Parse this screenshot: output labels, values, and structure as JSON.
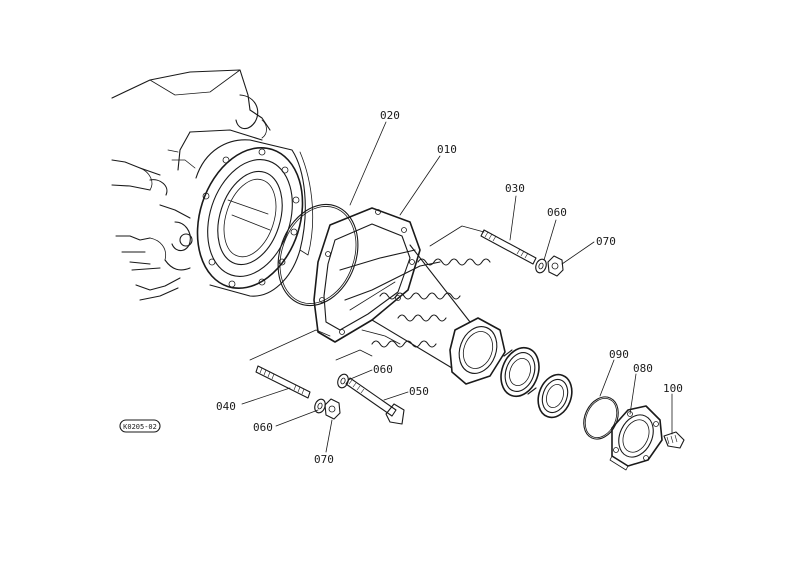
{
  "diagram": {
    "drawing_code": "K0205-02",
    "parts": [
      {
        "id": "part-010",
        "label": "010"
      },
      {
        "id": "part-020",
        "label": "020"
      },
      {
        "id": "part-030",
        "label": "030"
      },
      {
        "id": "part-040",
        "label": "040"
      },
      {
        "id": "part-050",
        "label": "050"
      },
      {
        "id": "part-060-a",
        "label": "060"
      },
      {
        "id": "part-060-b",
        "label": "060"
      },
      {
        "id": "part-060-c",
        "label": "060"
      },
      {
        "id": "part-070-a",
        "label": "070"
      },
      {
        "id": "part-070-b",
        "label": "070"
      },
      {
        "id": "part-080",
        "label": "080"
      },
      {
        "id": "part-090",
        "label": "090"
      },
      {
        "id": "part-100",
        "label": "100"
      }
    ]
  }
}
